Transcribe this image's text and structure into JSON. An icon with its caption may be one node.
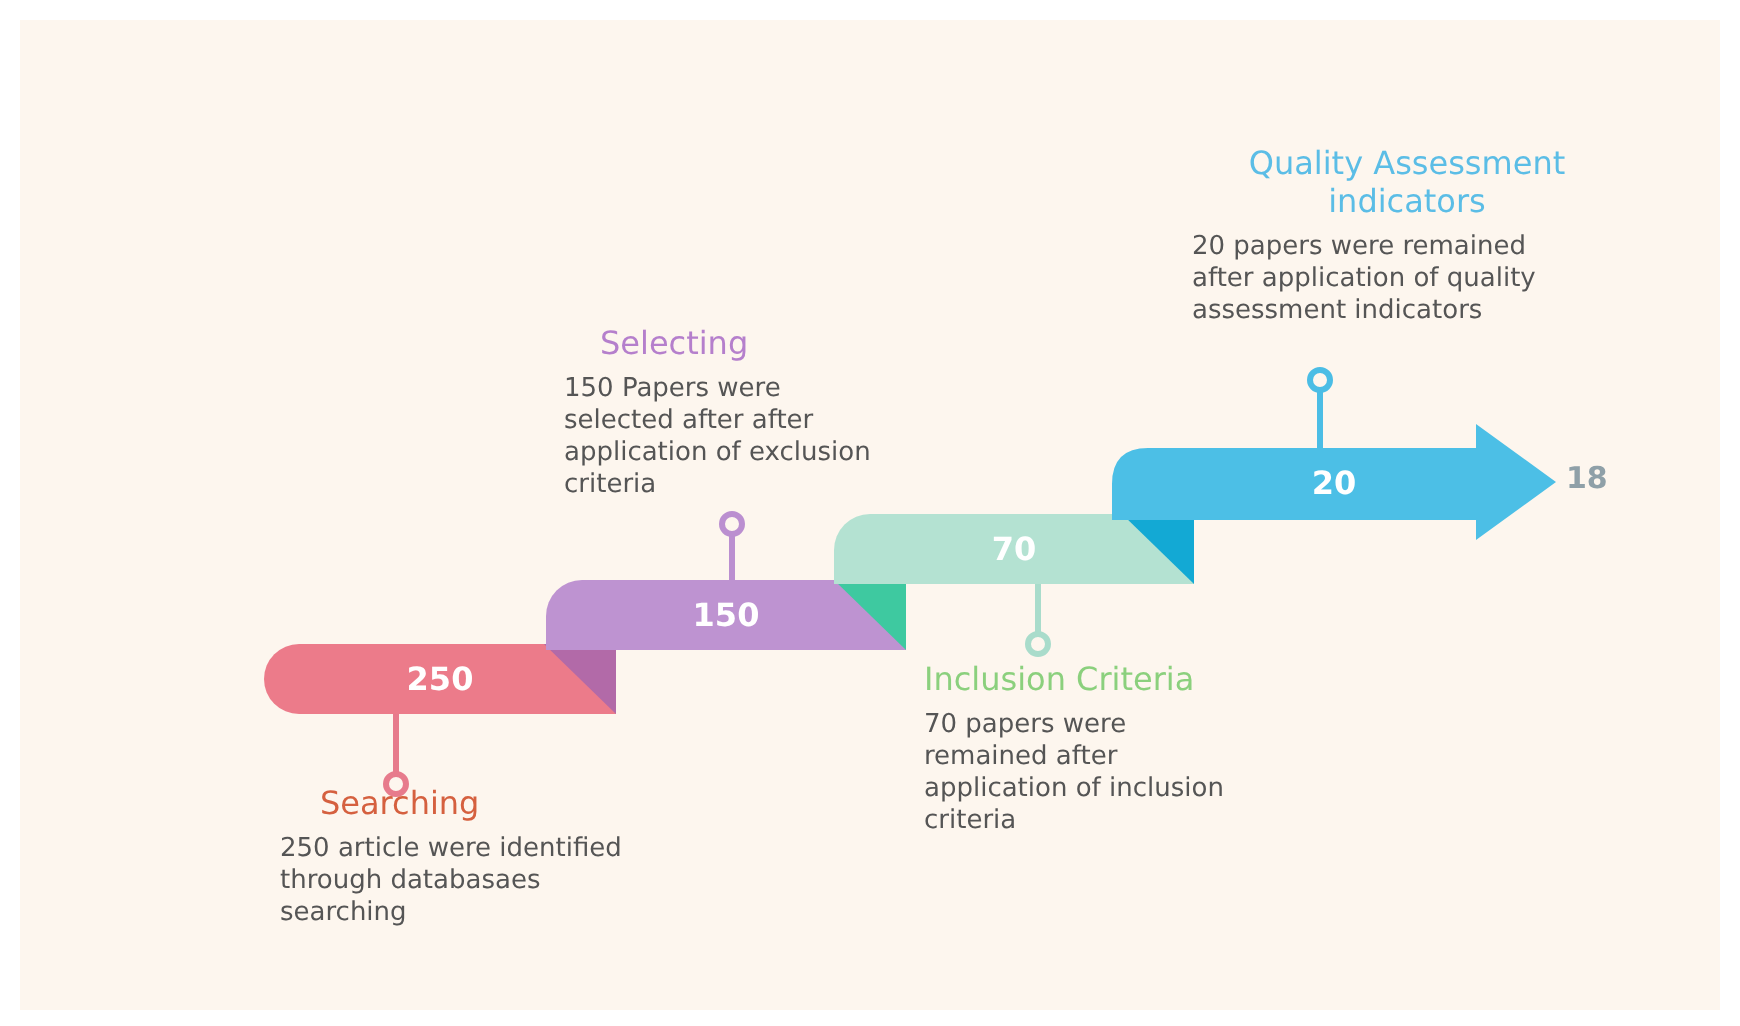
{
  "diagram": {
    "nodes": [
      {
        "text": [
          "250"
        ]
      },
      {
        "text": [
          "Searching",
          "250 article were identified through databasaes searching"
        ]
      },
      {
        "text": [
          "150"
        ]
      },
      {
        "text": [
          "Selecting",
          "150 Papers were selected after after application of exclusion criteria"
        ]
      },
      {
        "text": [
          "70"
        ]
      },
      {
        "text": [
          "Inclusion Criteria",
          "70 papers were remained after application of inclusion criteria"
        ]
      },
      {
        "text": [
          "20"
        ]
      },
      {
        "text": [
          "Quality Assessment indicators",
          "20 papers were remained after application of quality assessment indicators"
        ]
      }
    ],
    "edges": [
      {
        "from": 1,
        "to": 0,
        "arrow": "other",
        "color": "#e77b8c"
      },
      {
        "from": 3,
        "to": 2,
        "arrow": "other",
        "color": "#bb8fd0"
      },
      {
        "from": 5,
        "to": 4,
        "arrow": "other",
        "color": "#a9dccb"
      },
      {
        "from": 7,
        "to": 6,
        "arrow": "other",
        "color": "#4bbde5"
      }
    ],
    "labels": [
      "18"
    ]
  }
}
